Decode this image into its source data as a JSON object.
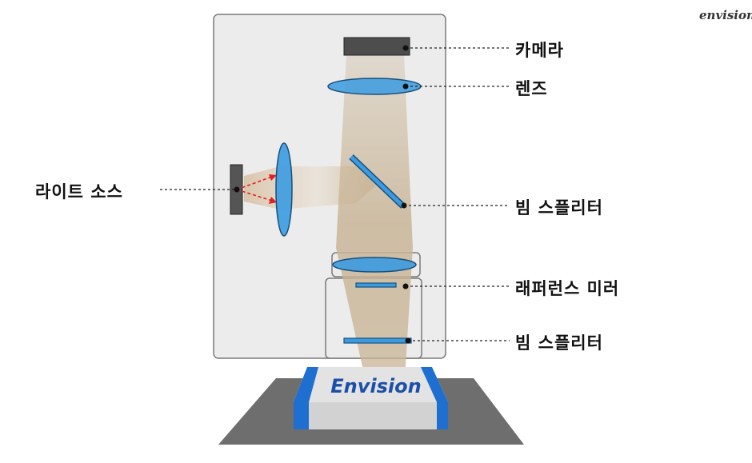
{
  "brand": {
    "logo_text": "envision"
  },
  "stage_logo_text": "Envision",
  "labels": {
    "camera": "카메라",
    "lens": "렌즈",
    "beam_splitter_top": "빔 스플리터",
    "reference_mirror": "래퍼런스 미러",
    "beam_splitter_bottom": "빔 스플리터",
    "light_source": "라이트 소스"
  },
  "colors": {
    "housing_fill": "#ececec",
    "housing_stroke": "#7a7a7a",
    "lens_fill": "#3b9be0",
    "optic_stroke": "#1a4f7a",
    "beam": "#c9b597",
    "ray": "#e02020",
    "camera": "#4d4d4d",
    "stage_gray": "#6e6e6e",
    "stage_blue": "#1e6fd0",
    "stage_light": "#e3e3e3",
    "logo_blue": "#1c4fa8"
  }
}
